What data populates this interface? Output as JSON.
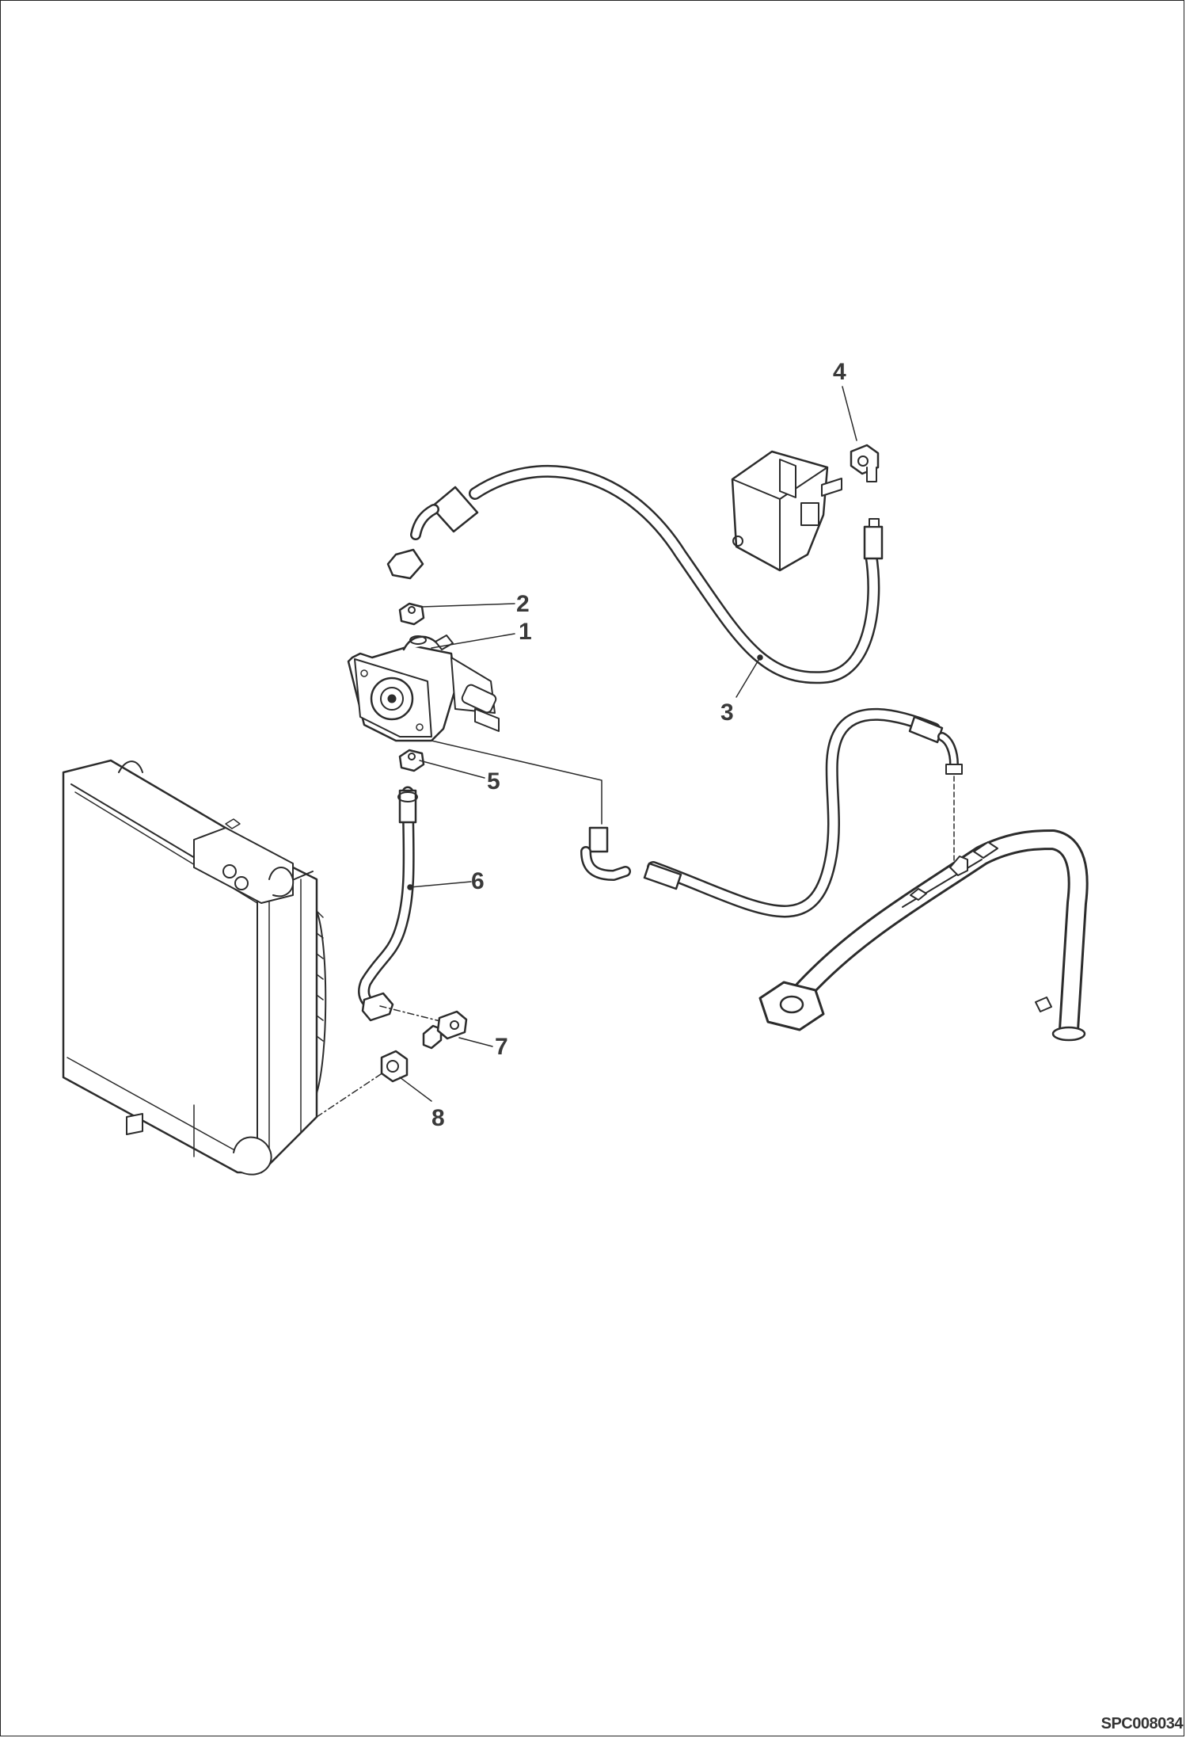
{
  "diagram": {
    "callouts": {
      "c1": "1",
      "c2": "2",
      "c3": "3",
      "c4": "4",
      "c5": "5",
      "c6": "6",
      "c7": "7",
      "c8": "8"
    },
    "drawing_code": "SPC008034"
  }
}
